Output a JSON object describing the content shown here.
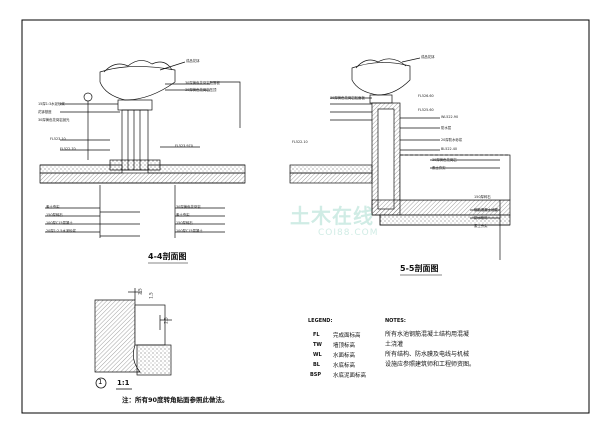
{
  "drawings": {
    "section_4": {
      "title": "4-4剖面图"
    },
    "section_5": {
      "title": "5-5剖面图"
    },
    "detail_1": {
      "number": "1",
      "scale": "1:1",
      "note": "注：所有90度转角贴面参照此做法。"
    }
  },
  "legend": {
    "title": "LEGEND:",
    "items": [
      {
        "code": "FL",
        "desc": "完成面标高"
      },
      {
        "code": "TW",
        "desc": "墙顶标高"
      },
      {
        "code": "WL",
        "desc": "水面标高"
      },
      {
        "code": "BL",
        "desc": "水底标高"
      },
      {
        "code": "BSP",
        "desc": "水底泥面标高"
      }
    ]
  },
  "notes": {
    "title": "NOTES:",
    "lines": [
      "所有水池钢筋混凝土结构用混凝",
      "土浇灌",
      "所有结构、防水膜及电线与机械",
      "设施应参照建筑师和工程师资图。"
    ]
  },
  "watermark": {
    "main": "土木在线",
    "sub": "COI88.COM"
  },
  "annotations_left": [
    "成品花钵",
    "30厚黄色花岗岩贴面板",
    "30厚黄色花岗岩压顶",
    "15厚1:3水泥砂浆",
    "花钵基座",
    "30厚黄色花岗岩抛光",
    "FL523.10",
    "FL522.70",
    "FL523.970",
    "素土夯实",
    "150厚碎石",
    "100厚C15混凝土",
    "20厚1:2.5水泥砂浆",
    "30厚黄色花岗岩",
    "素土夯实",
    "150厚碎石",
    "100厚C15混凝土"
  ],
  "annotations_right": [
    "成品花钵",
    "FL526.60",
    "FL525.60",
    "30厚黄色花岗岩贴面板",
    "WL522.90",
    "防水层",
    "20厚防水砂浆",
    "BL522.40",
    "FL522.10",
    "30厚黄色花岗岩",
    "素土夯实",
    "150厚碎石",
    "钢筋混凝土池壁",
    "防水卷材",
    "素土夯实"
  ],
  "detail_dims": [
    "2.5",
    "1.5",
    "2.5"
  ]
}
